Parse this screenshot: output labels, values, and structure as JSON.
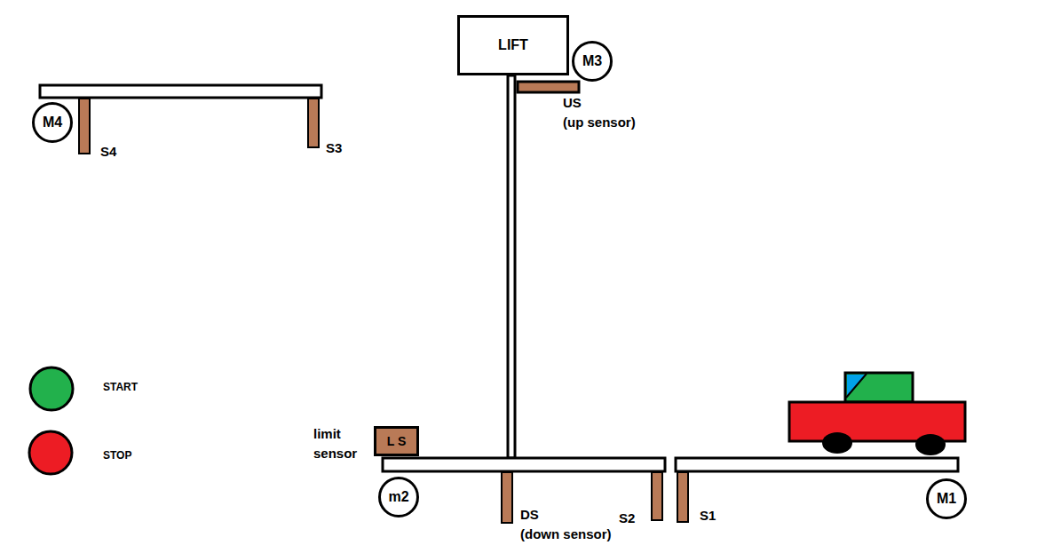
{
  "diagram": {
    "nodes": [
      {
        "text": [
          "LIFT"
        ]
      },
      {
        "text": [
          "M3"
        ]
      },
      {
        "text": [
          "M4"
        ]
      },
      {
        "text": [
          "L S"
        ]
      },
      {
        "text": [
          "m2"
        ]
      },
      {
        "text": [
          "M1"
        ]
      }
    ],
    "labels": [
      "US",
      "(up sensor)",
      "S4",
      "S3",
      "START",
      "STOP",
      "limit sensor",
      "DS",
      "(down sensor)",
      "S2",
      "S1"
    ]
  }
}
